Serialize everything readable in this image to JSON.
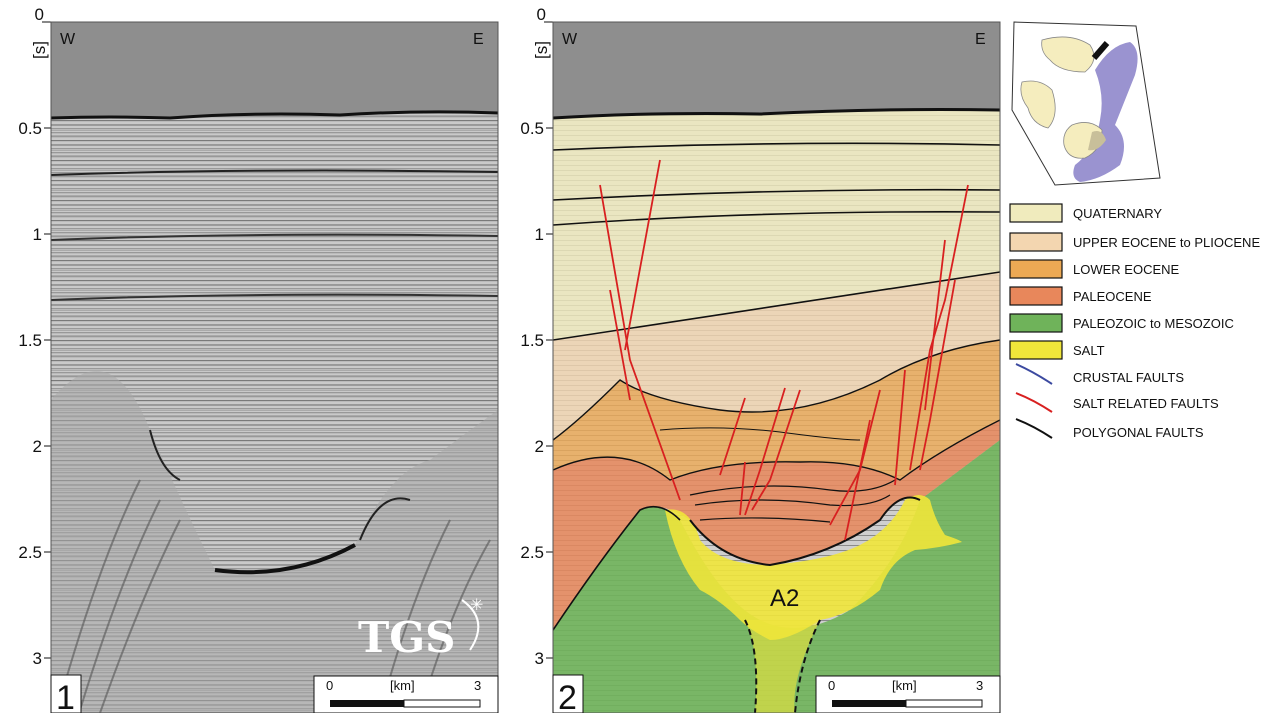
{
  "figure": {
    "y_axis": {
      "unit": "[s]",
      "ticks": [
        "0",
        "0.5",
        "1",
        "1.5",
        "2",
        "2.5",
        "3"
      ]
    },
    "panels": [
      {
        "number": "1",
        "west": "W",
        "east": "E",
        "logo": "TGS"
      },
      {
        "number": "2",
        "west": "W",
        "east": "E",
        "salt_body_label": "A2"
      }
    ],
    "scale_bar": {
      "start": "0",
      "unit": "[km]",
      "end": "3"
    },
    "legend": {
      "items": [
        {
          "label": "QUATERNARY",
          "color": "#f0ebbd"
        },
        {
          "label": "UPPER EOCENE to PLIOCENE",
          "color": "#f3d6b0"
        },
        {
          "label": "LOWER EOCENE",
          "color": "#eca954"
        },
        {
          "label": "PALEOCENE",
          "color": "#e8875b"
        },
        {
          "label": "PALEOZOIC to MESOZOIC",
          "color": "#6fb35a"
        },
        {
          "label": "SALT",
          "color": "#f0e63a"
        }
      ],
      "faults": [
        {
          "label": "CRUSTAL FAULTS",
          "color": "#3c4aa0"
        },
        {
          "label": "SALT RELATED FAULTS",
          "color": "#d82020"
        },
        {
          "label": "POLYGONAL FAULTS",
          "color": "#111111"
        }
      ]
    },
    "colors": {
      "water": "#8e8e8e",
      "seismic": "#bdbdbd",
      "fault_red": "#d82020",
      "locator_yellow": "#f5edbe",
      "locator_purple": "#9a93d0"
    }
  }
}
